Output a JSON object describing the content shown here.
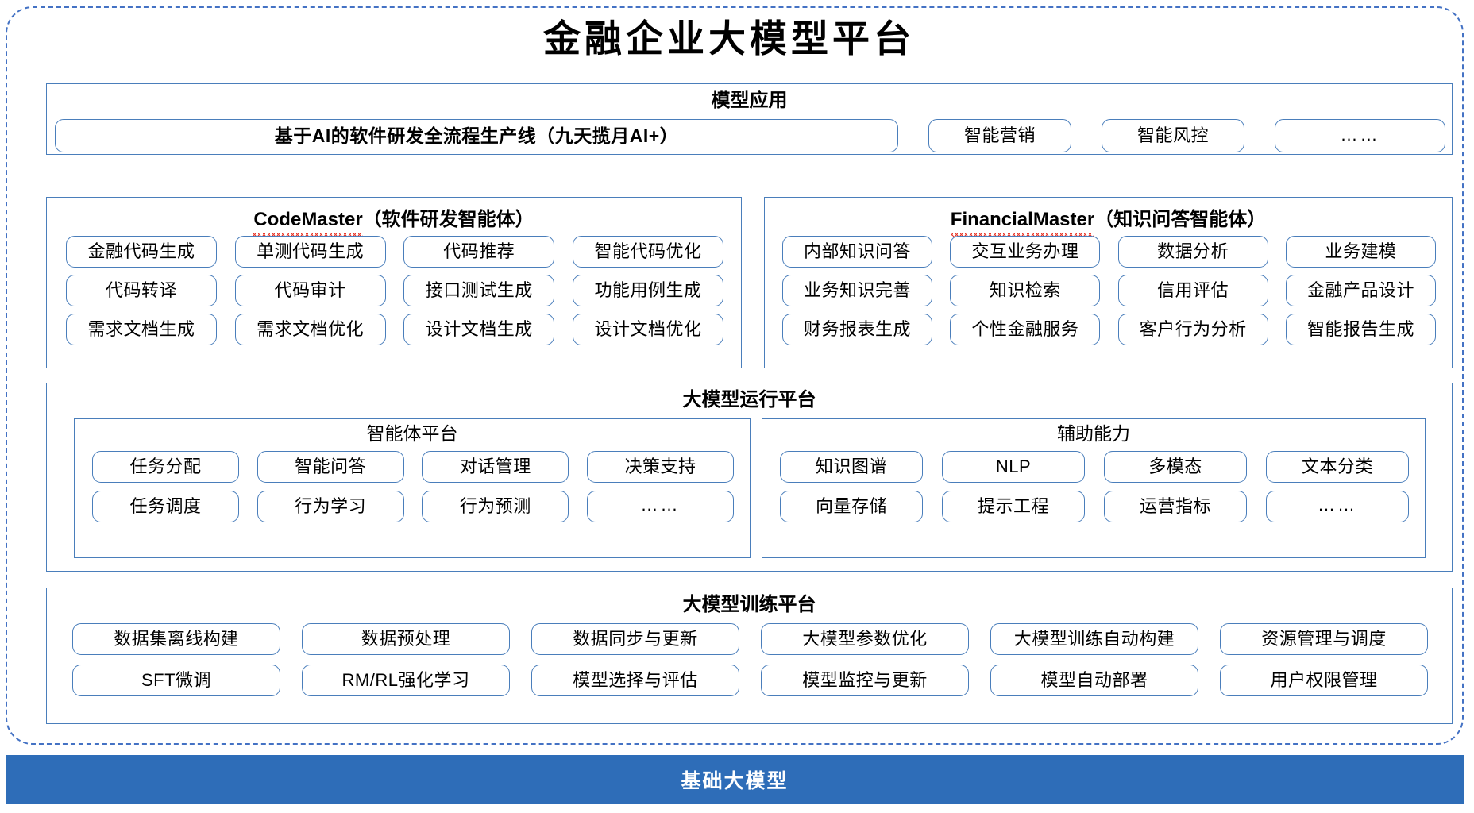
{
  "page_title": "金融企业大模型平台",
  "sections": {
    "model_application": {
      "title": "模型应用",
      "banner": "基于AI的软件研发全流程生产线（九天揽月AI+）",
      "chips": [
        "智能营销",
        "智能风控",
        "……"
      ]
    },
    "code_master": {
      "name": "CodeMaster",
      "suffix": "（软件研发智能体）",
      "rows": [
        [
          "金融代码生成",
          "单测代码生成",
          "代码推荐",
          "智能代码优化"
        ],
        [
          "代码转译",
          "代码审计",
          "接口测试生成",
          "功能用例生成"
        ],
        [
          "需求文档生成",
          "需求文档优化",
          "设计文档生成",
          "设计文档优化"
        ]
      ]
    },
    "financial_master": {
      "name": "FinancialMaster",
      "suffix": "（知识问答智能体）",
      "rows": [
        [
          "内部知识问答",
          "交互业务办理",
          "数据分析",
          "业务建模"
        ],
        [
          "业务知识完善",
          "知识检索",
          "信用评估",
          "金融产品设计"
        ],
        [
          "财务报表生成",
          "个性金融服务",
          "客户行为分析",
          "智能报告生成"
        ]
      ]
    },
    "runtime_platform": {
      "title": "大模型运行平台",
      "agent_platform": {
        "title": "智能体平台",
        "rows": [
          [
            "任务分配",
            "智能问答",
            "对话管理",
            "决策支持"
          ],
          [
            "任务调度",
            "行为学习",
            "行为预测",
            "……"
          ]
        ]
      },
      "auxiliary_capability": {
        "title": "辅助能力",
        "rows": [
          [
            "知识图谱",
            "NLP",
            "多模态",
            "文本分类"
          ],
          [
            "向量存储",
            "提示工程",
            "运营指标",
            "……"
          ]
        ]
      }
    },
    "training_platform": {
      "title": "大模型训练平台",
      "rows": [
        [
          "数据集离线构建",
          "数据预处理",
          "数据同步与更新",
          "大模型参数优化",
          "大模型训练自动构建",
          "资源管理与调度"
        ],
        [
          "SFT微调",
          "RM/RL强化学习",
          "模型选择与评估",
          "模型监控与更新",
          "模型自动部署",
          "用户权限管理"
        ]
      ]
    },
    "base_model": {
      "title": "基础大模型"
    }
  },
  "colors": {
    "border_blue": "#4A7EBB",
    "frame_blue": "#4472C4",
    "base_bar_blue": "#2E6DB8",
    "spell_red": "#E8382B"
  }
}
